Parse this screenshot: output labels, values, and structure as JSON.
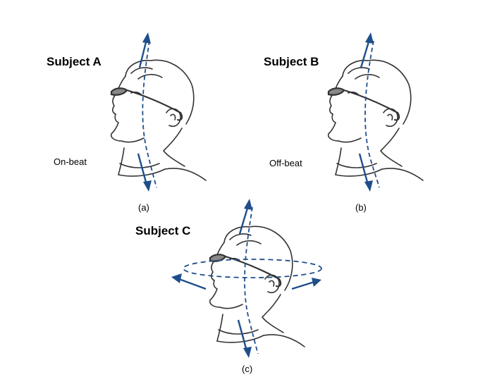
{
  "panels": [
    {
      "subject": "Subject A",
      "note": "On-beat",
      "caption": "(a)"
    },
    {
      "subject": "Subject B",
      "note": "Off-beat",
      "caption": "(b)"
    },
    {
      "subject": "Subject C",
      "caption": "(c)"
    }
  ],
  "colors": {
    "arrow": "#1f4e8c",
    "line": "#333333"
  },
  "icons": [
    "head-icon",
    "glasses-icon",
    "up-arrow-icon",
    "down-arrow-icon",
    "rotation-ellipse-icon"
  ]
}
